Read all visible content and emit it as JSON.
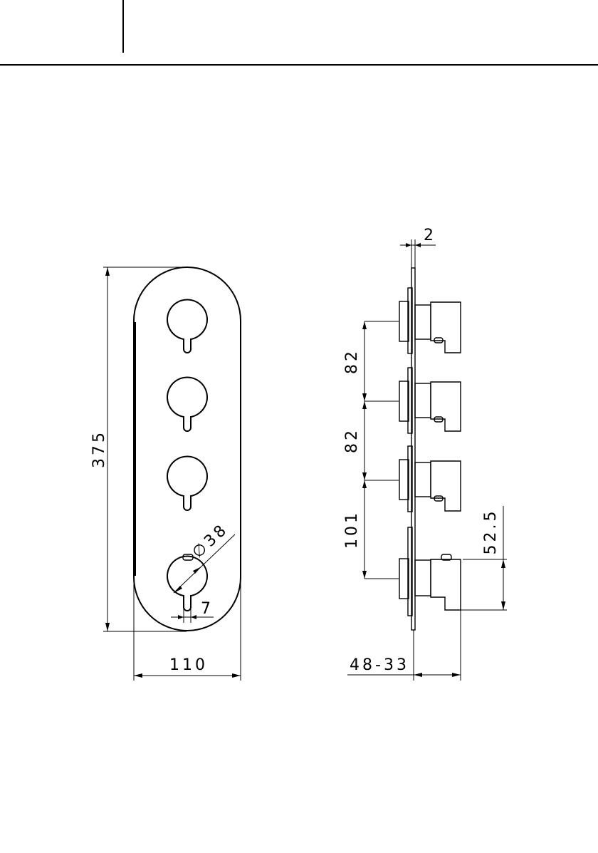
{
  "drawing": {
    "front_view": {
      "height_label": "375",
      "width_label": "110",
      "diameter_label": "∅38",
      "slot_label": "7",
      "openings": 4
    },
    "side_view": {
      "plate_thickness_label": "2",
      "spacing_labels": [
        "82",
        "82",
        "101"
      ],
      "handle_height_label": "52.5",
      "projection_label": "48-33",
      "handles": 4
    }
  }
}
